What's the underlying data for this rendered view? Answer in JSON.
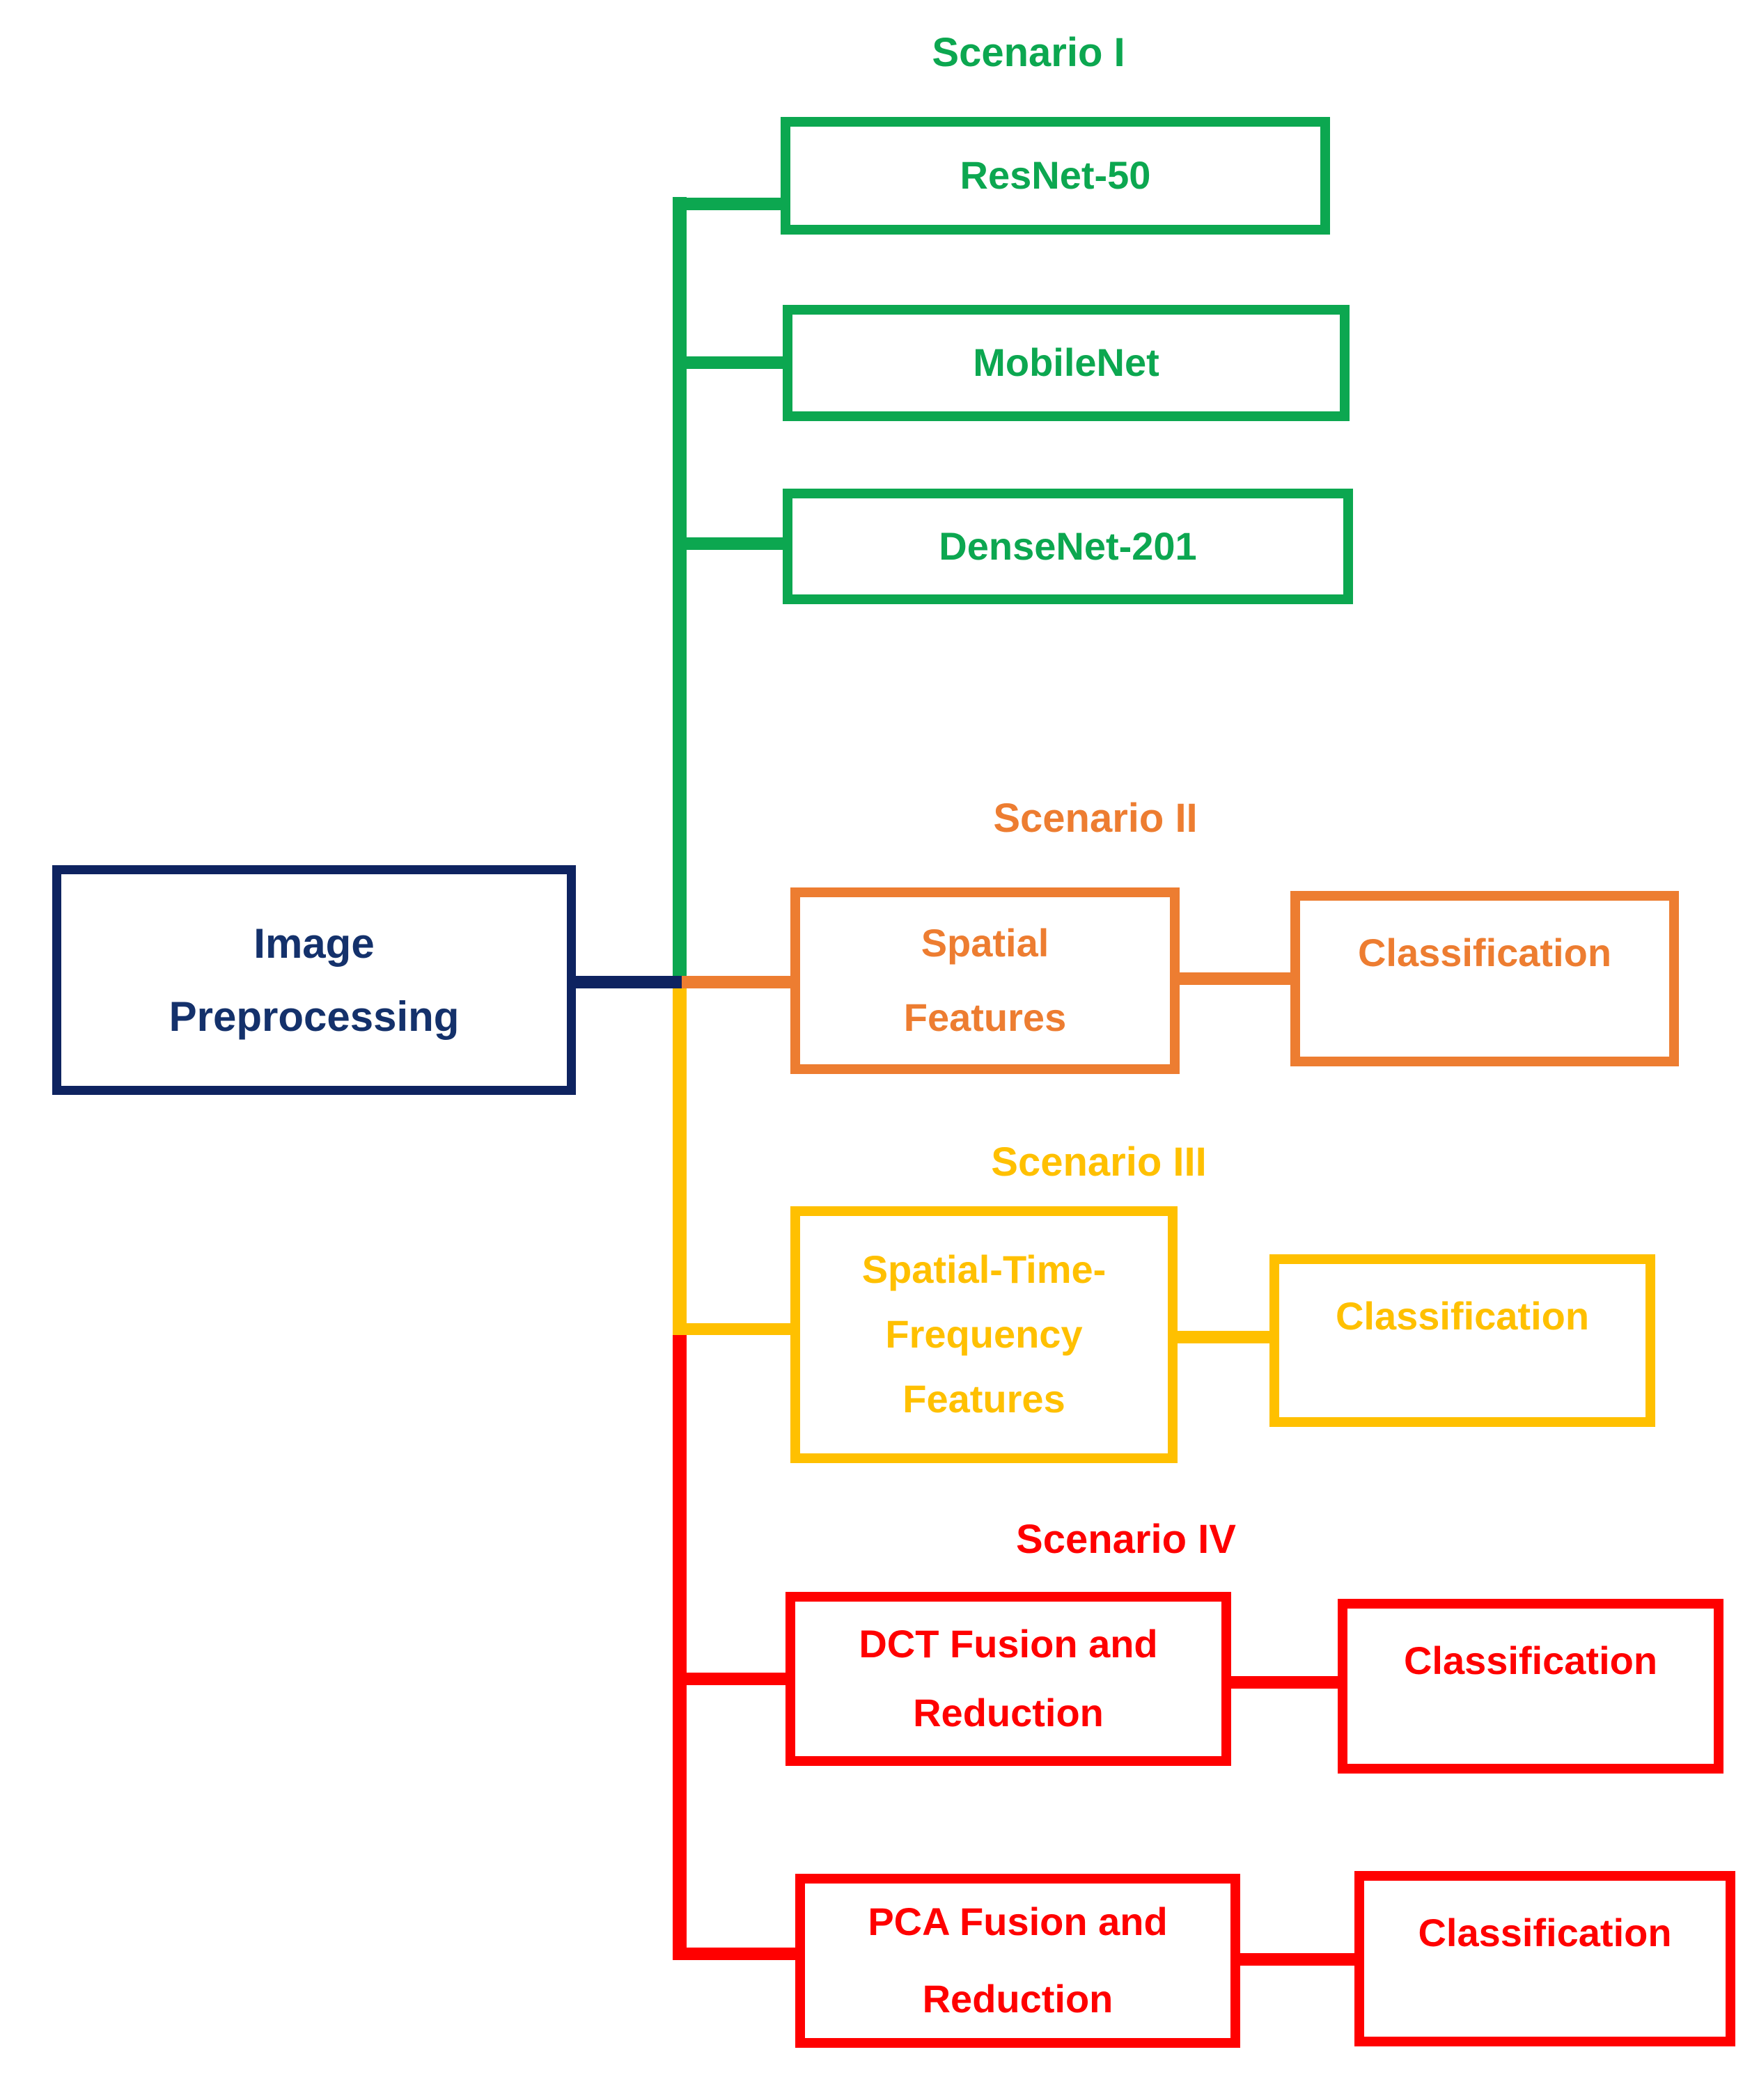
{
  "colors": {
    "navy_border": "#0E2360",
    "navy_text": "#14316B",
    "green": "#0CA750",
    "orange": "#ED7D31",
    "gold": "#FFC000",
    "red": "#FF0000",
    "background": "#FFFFFF"
  },
  "preprocessing": {
    "line1": "Image",
    "line2": "Preprocessing"
  },
  "scenario1": {
    "title": "Scenario I",
    "box1": "ResNet-50",
    "box2": "MobileNet",
    "box3": "DenseNet-201"
  },
  "scenario2": {
    "title": "Scenario II",
    "feature_line1": "Spatial",
    "feature_line2": "Features",
    "classification": "Classification"
  },
  "scenario3": {
    "title": "Scenario III",
    "feature_line1": "Spatial-Time-",
    "feature_line2": "Frequency",
    "feature_line3": "Features",
    "classification": "Classification"
  },
  "scenario4": {
    "title": "Scenario IV",
    "dct_line1": "DCT Fusion and",
    "dct_line2": "Reduction",
    "dct_classification": "Classification",
    "pca_line1": "PCA Fusion and",
    "pca_line2": "Reduction",
    "pca_classification": "Classification"
  }
}
